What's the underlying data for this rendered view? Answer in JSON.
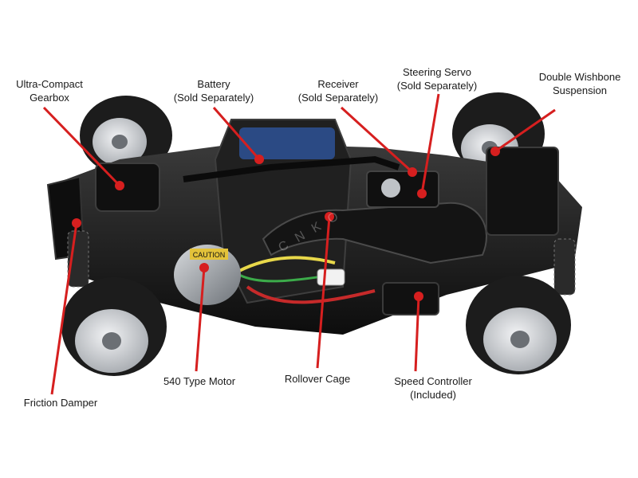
{
  "labels": {
    "gearbox": [
      "Ultra-Compact",
      "Gearbox"
    ],
    "battery": [
      "Battery",
      "(Sold Separately)"
    ],
    "receiver": [
      "Receiver",
      "(Sold Separately)"
    ],
    "servo": [
      "Steering Servo",
      "(Sold Separately)"
    ],
    "wishbone": [
      "Double Wishbone",
      "Suspension"
    ],
    "damper": [
      "Friction Damper"
    ],
    "motor": [
      "540 Type Motor"
    ],
    "cage": [
      "Rollover Cage"
    ],
    "esc": [
      "Speed Controller",
      "(Included)"
    ]
  },
  "motor_sticker": "CAUTION",
  "watermark": "C N K O",
  "colors": {
    "callout": "#d61f1f",
    "chassis": "#161616",
    "tire": "#1c1c1c",
    "wheel": "#d9dbde",
    "motor": "#9aa0a6",
    "battery_blue": "#2c4f8f"
  }
}
